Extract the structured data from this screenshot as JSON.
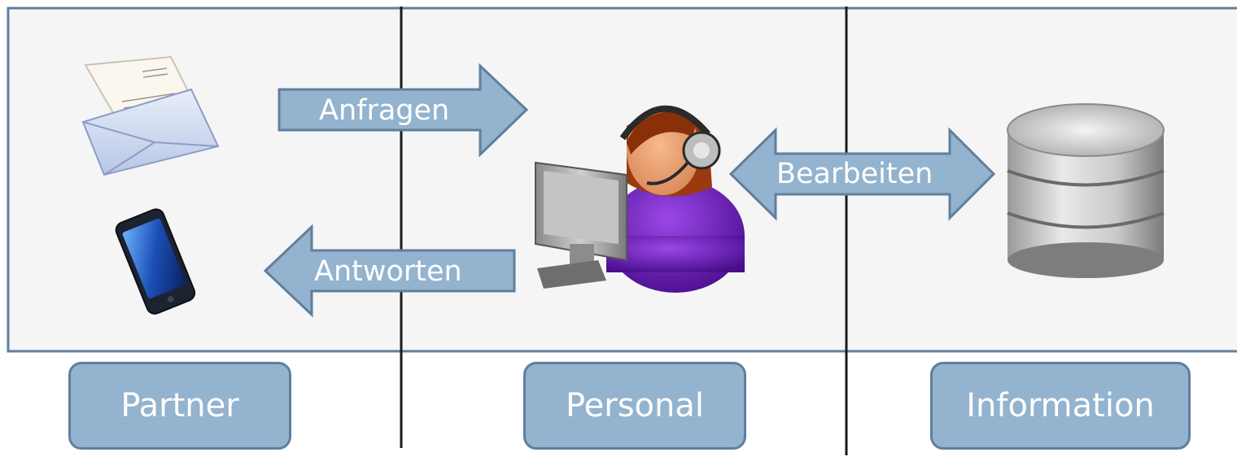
{
  "flows": {
    "request": "Anfragen",
    "reply": "Antworten",
    "process": "Bearbeiten"
  },
  "zones": {
    "partner": "Partner",
    "staff": "Personal",
    "information": "Information"
  },
  "icons": {
    "partner_top": "letter-envelope-icon",
    "partner_bottom": "smartphone-icon",
    "staff": "call-center-agent-icon",
    "information": "database-icon"
  },
  "colors": {
    "panel_fill": "#f5f5f5",
    "panel_border": "#5f7f9e",
    "arrow_fill": "#93b3cf",
    "arrow_border": "#5f7f9e",
    "divider": "#1a1a1a"
  }
}
